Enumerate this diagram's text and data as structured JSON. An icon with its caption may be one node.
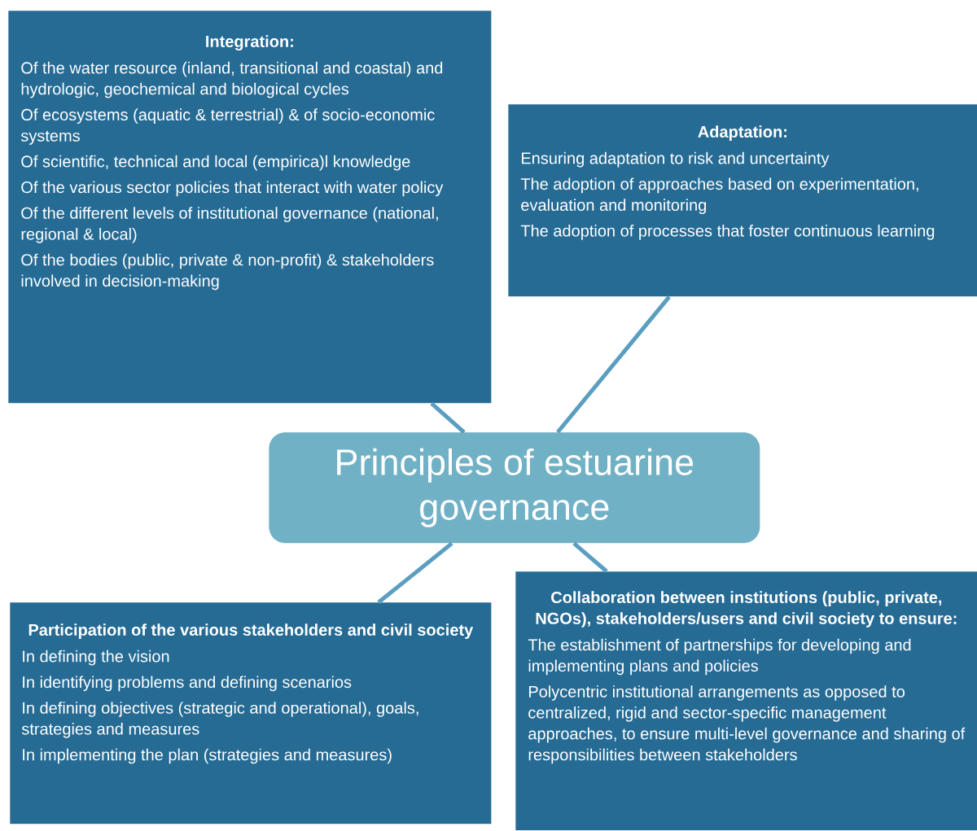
{
  "diagram": {
    "nodes": [
      {
        "text": [
          "Integration:",
          "Of the water resource (inland, transitional and coastal) and hydrologic, geochemical and biological cycles",
          "Of ecosystems (aquatic & terrestrial) & of socio-economic systems",
          "Of scientific, technical and local (empirica)l knowledge",
          "Of the various sector policies that interact with water policy",
          "Of the different levels of institutional governance (national, regional & local)",
          "Of the bodies (public, private & non-profit) & stakeholders involved in decision-making"
        ]
      },
      {
        "text": [
          "Adaptation:",
          "Ensuring adaptation to risk and uncertainty",
          "The adoption of approaches based on experimentation, evaluation and monitoring",
          "The adoption of processes that foster continuous learning"
        ]
      },
      {
        "text": [
          "Principles of estuarine governance"
        ]
      },
      {
        "text": [
          "Participation of the various stakeholders and civil society",
          "In defining the vision",
          "In identifying problems and defining scenarios",
          "In defining objectives (strategic and operational), goals, strategies and measures",
          "In implementing the plan (strategies and measures)"
        ]
      },
      {
        "text": [
          "Collaboration between institutions (public, private, NGOs), stakeholders/users and civil society to ensure:",
          "The establishment of partnerships for developing and implementing plans and policies",
          "Polycentric institutional arrangements as opposed to centralized, rigid and sector-specific management  approaches, to ensure multi-level governance and sharing of responsibilities between stakeholders"
        ]
      }
    ],
    "edges": [
      {
        "from": 2,
        "to": 0,
        "arrow": "none"
      },
      {
        "from": 2,
        "to": 1,
        "arrow": "none"
      },
      {
        "from": 2,
        "to": 3,
        "arrow": "none"
      },
      {
        "from": 2,
        "to": 4,
        "arrow": "none"
      }
    ]
  }
}
